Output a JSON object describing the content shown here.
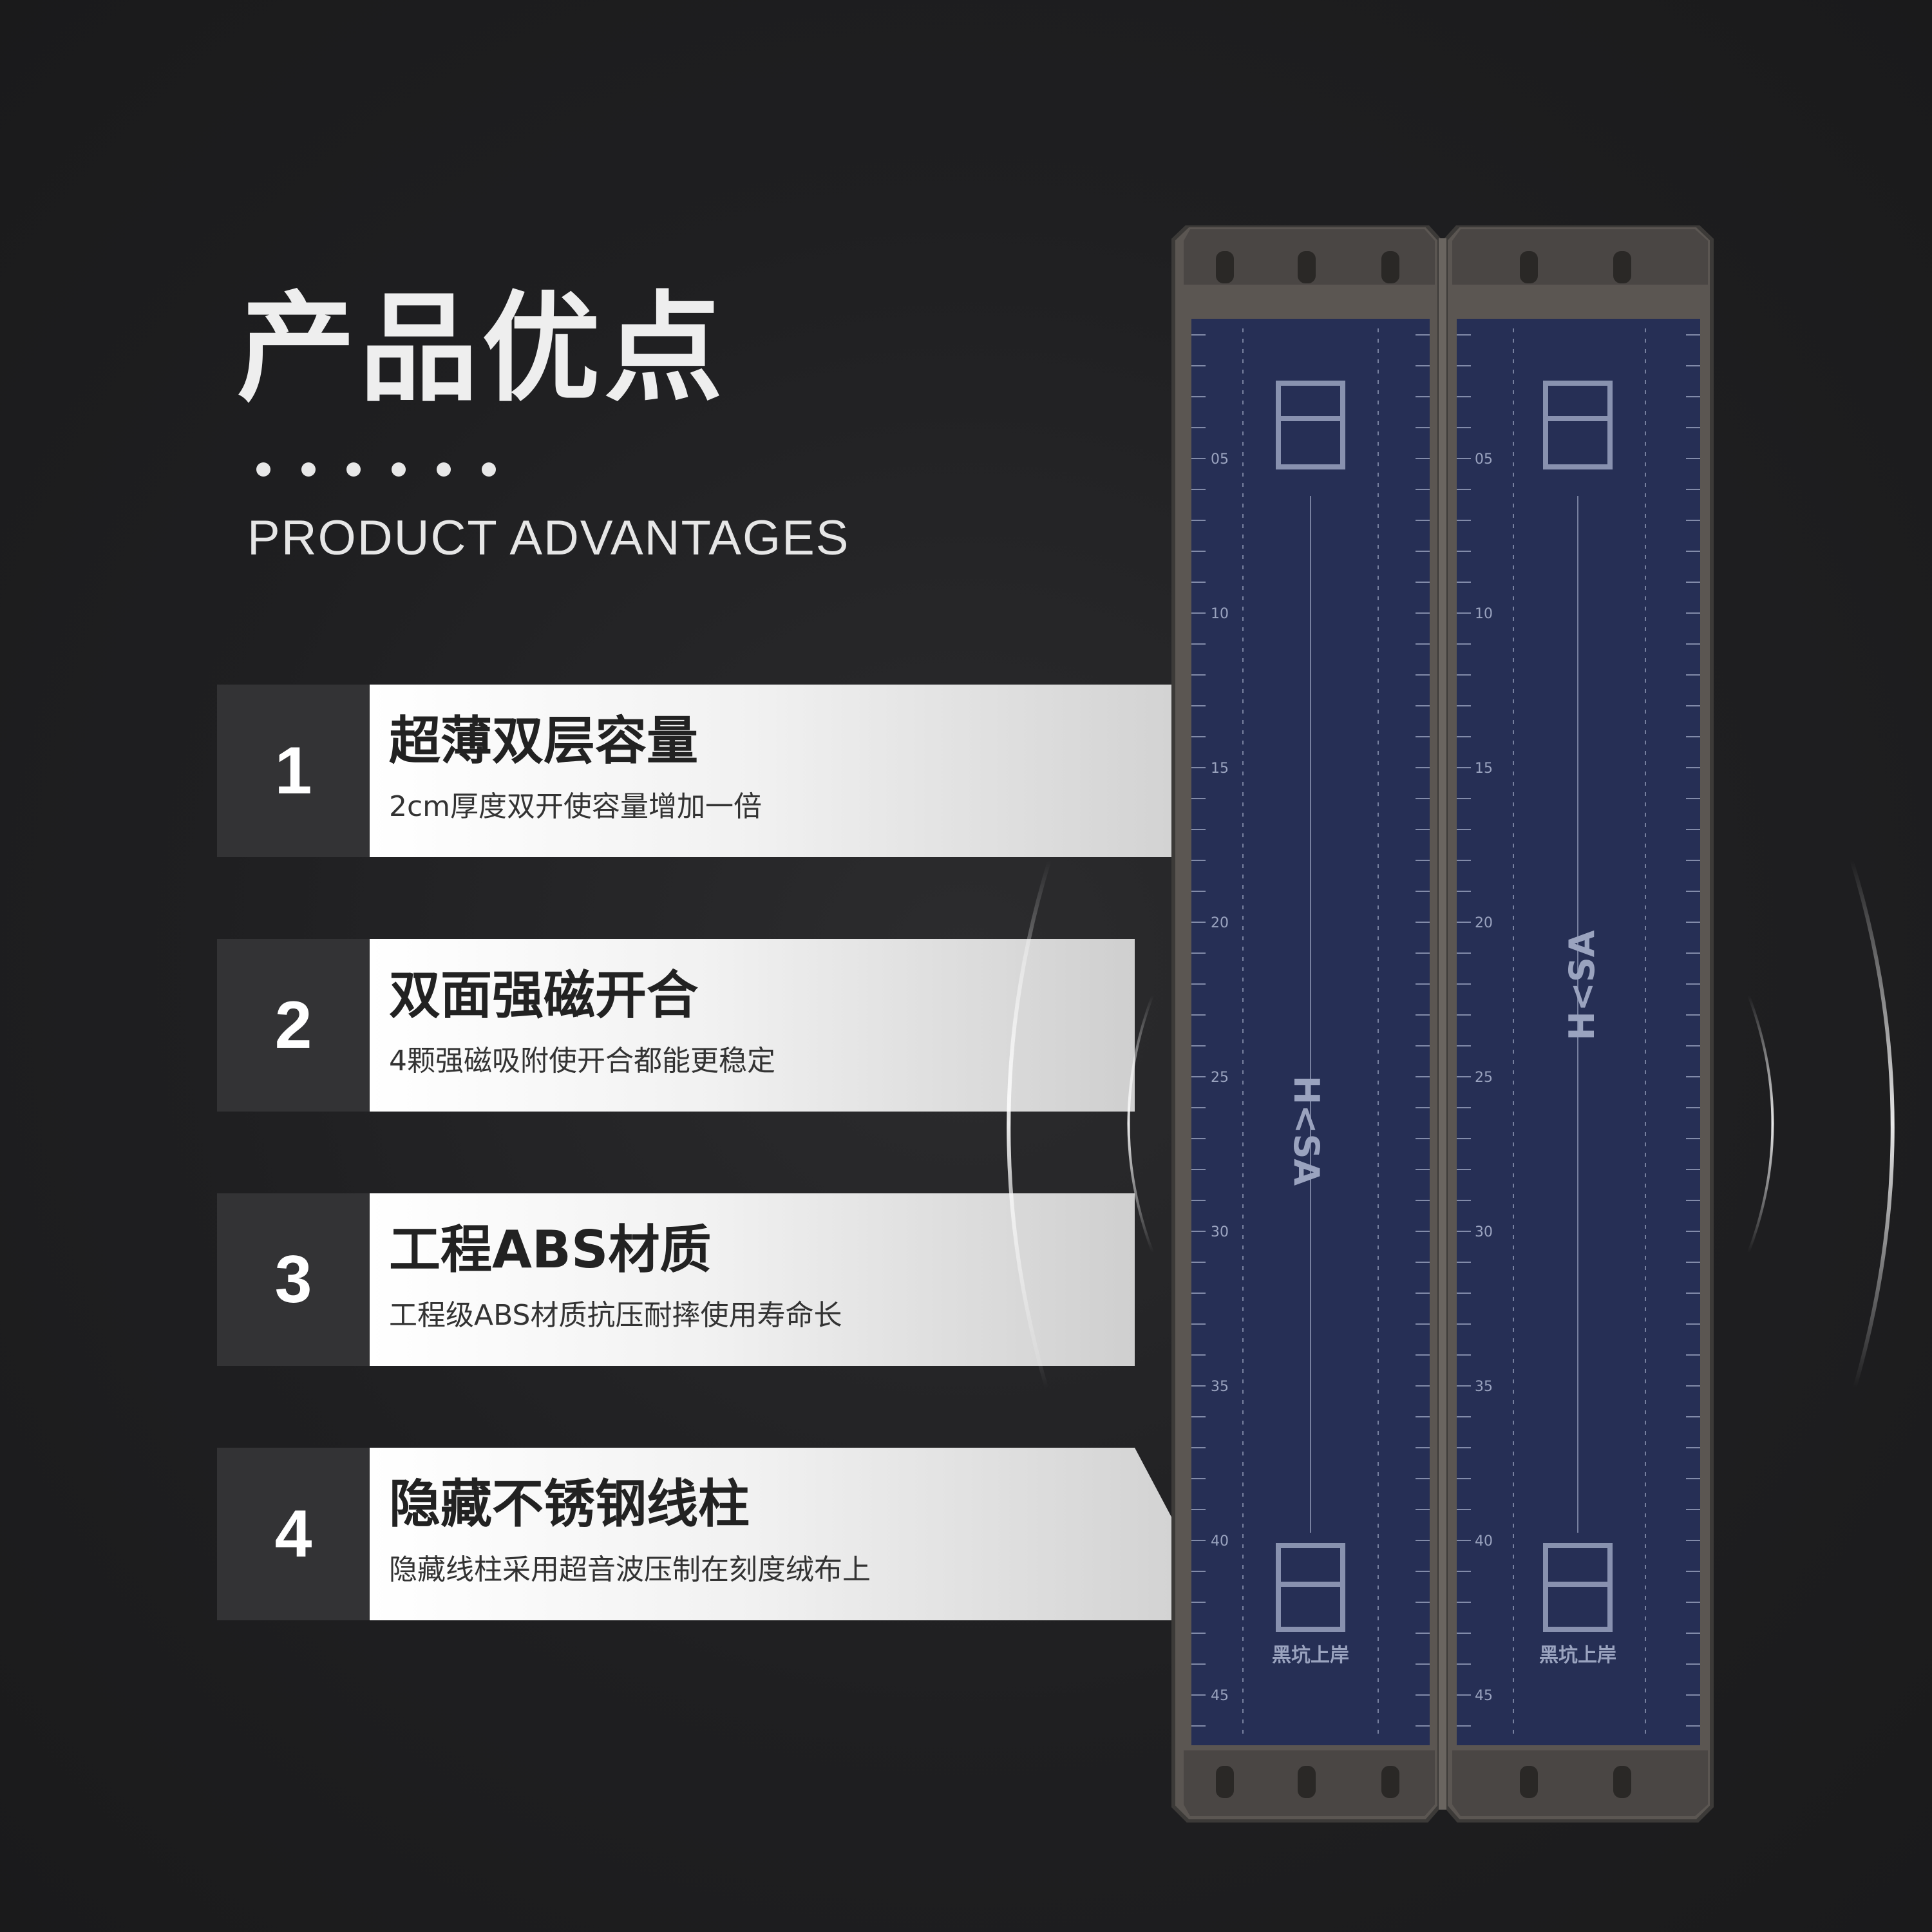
{
  "header": {
    "title": "产品优点",
    "subtitle": "PRODUCT ADVANTAGES",
    "dot_count": 6
  },
  "advantages": [
    {
      "number": "1",
      "title": "超薄双层容量",
      "desc": "2cm厚度双开使容量增加一倍"
    },
    {
      "number": "2",
      "title": "双面强磁开合",
      "desc": "4颗强磁吸附使开合都能更稳定"
    },
    {
      "number": "3",
      "title": "工程ABS材质",
      "desc": "工程级ABS材质抗压耐摔使用寿命长"
    },
    {
      "number": "4",
      "title": "隐藏不锈钢线柱",
      "desc": "隐藏线柱采用超音波压制在刻度绒布上"
    }
  ],
  "product": {
    "brand_logo": "H<SA",
    "brand_cn": "黑坑上岸",
    "scale_marks": [
      "05",
      "10",
      "15",
      "20",
      "25",
      "30",
      "35",
      "40",
      "45"
    ],
    "colors": {
      "felt": "#262f55",
      "frame": "#5b5652",
      "print": "#9aa3bf"
    }
  }
}
